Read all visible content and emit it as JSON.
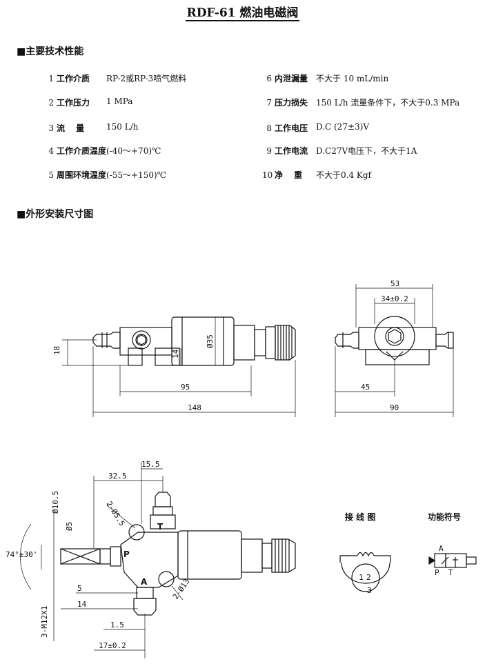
{
  "title": "RDF-61 燃油电磁阀",
  "section_specs": "■主要技术性能",
  "section_drawing": "■外形安装尺寸图",
  "specs_left": [
    {
      "num": "1",
      "key": "工作介质",
      "value": "RP-2或RP-3喷气燃料"
    },
    {
      "num": "2",
      "key": "工作压力",
      "value": "1 MPa"
    },
    {
      "num": "3",
      "key": "流　 量",
      "value": "150 L/h"
    },
    {
      "num": "4",
      "key": "工作介质温度",
      "value": "(-40～+70)℃"
    },
    {
      "num": "5",
      "key": "周围环境温度",
      "value": "(-55～+150)℃"
    }
  ],
  "specs_right": [
    {
      "num": "6",
      "key": "内泄漏量",
      "value": "不大于 10 mL/min"
    },
    {
      "num": "7",
      "key": "压力损失",
      "value": "150 L/h 流量条件下，不大于0.3 MPa"
    },
    {
      "num": "8",
      "key": "工作电压",
      "value": "D.C (27±3)V"
    },
    {
      "num": "9",
      "key": "工作电流",
      "value": "D.C27V电压下，不大于1A"
    },
    {
      "num": "10",
      "key": "净　 重",
      "value": "不大于0.4 Kgf"
    }
  ],
  "dimensions": {
    "d18": "18",
    "d14": "14",
    "d35": "Ø35",
    "d95": "95",
    "d148": "148",
    "d53": "53",
    "d34": "34±0.2",
    "d45": "45",
    "d90": "90",
    "d32_5": "32.5",
    "d15_5": "15.5",
    "d2_5_5": "2-Ø5.5",
    "d10_5": "Ø10.5",
    "d5a": "Ø5",
    "d74": "74°±30'",
    "d5b": "5",
    "d14b": "14",
    "d2_13": "2-Ø13",
    "d1_5": "1.5",
    "d17": "17±0.2",
    "m12": "3-M12X1"
  },
  "ports": {
    "p": "P",
    "t": "T",
    "a": "A"
  },
  "wiring": {
    "title": "接 线 图",
    "pins": [
      "1",
      "2",
      "3"
    ]
  },
  "symbol": {
    "title": "功能符号",
    "a": "A",
    "p": "P",
    "t": "T"
  }
}
